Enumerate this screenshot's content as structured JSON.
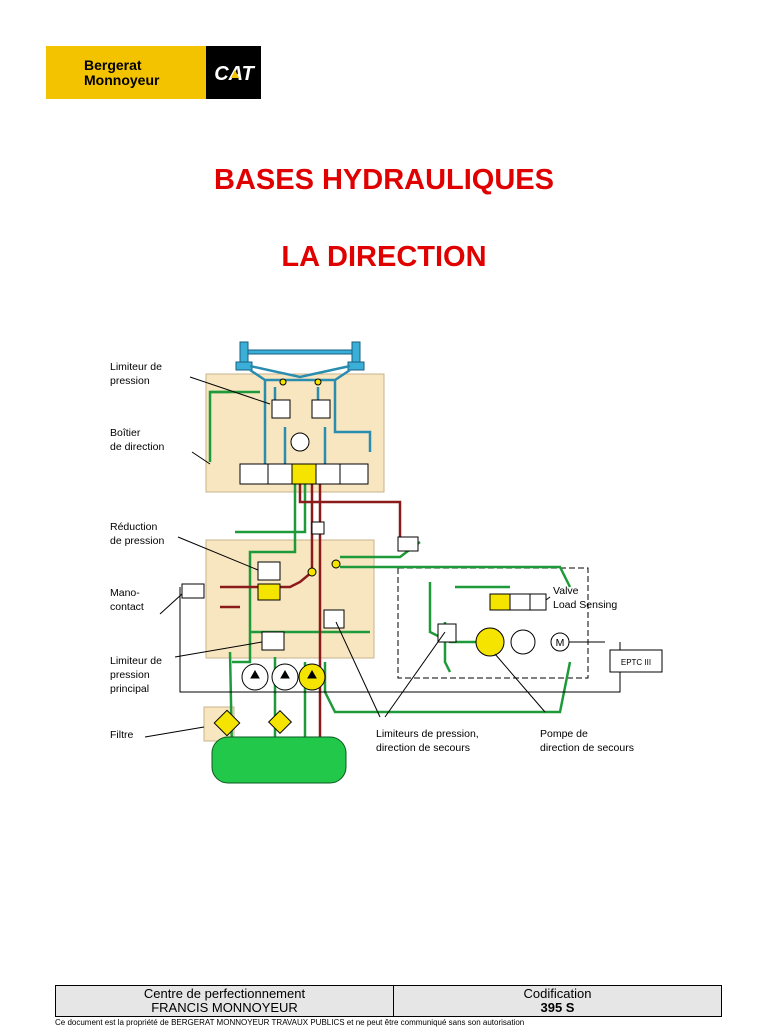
{
  "logo": {
    "line1": "Bergerat",
    "line2": "Monnoyeur",
    "mark": "CAT"
  },
  "titles": {
    "main": "BASES HYDRAULIQUES",
    "sub": "LA DIRECTION"
  },
  "diagram": {
    "labels": {
      "limiteur_pression": [
        "Limiteur de",
        "pression"
      ],
      "boitier": [
        "Boîtier",
        "de direction"
      ],
      "reduction": [
        "Réduction",
        "de pression"
      ],
      "mano": [
        "Mano-",
        "contact"
      ],
      "limiteur_principal": [
        "Limiteur de",
        "pression",
        "principal"
      ],
      "filtre": "Filtre",
      "limiteurs_secours": [
        "Limiteurs de pression,",
        "direction de secours"
      ],
      "pompe_secours": [
        "Pompe de",
        "direction de secours"
      ],
      "valve": [
        "Valve",
        "Load Sensing"
      ],
      "eptc": "EPTC III",
      "motor": "M"
    },
    "colors": {
      "blue": "#2a8db0",
      "green": "#1f9a3a",
      "red": "#8b1a1a",
      "yellow": "#f5e400",
      "housing": "#f7e6c0",
      "tank": "#22c84a"
    }
  },
  "footer": {
    "left_line1": "Centre de perfectionnement",
    "left_line2": "FRANCIS MONNOYEUR",
    "right_line1": "Codification",
    "right_line2": "395 S",
    "note": "Ce document est la propriété de BERGERAT MONNOYEUR TRAVAUX PUBLICS et ne peut être communiqué sans son autorisation"
  }
}
